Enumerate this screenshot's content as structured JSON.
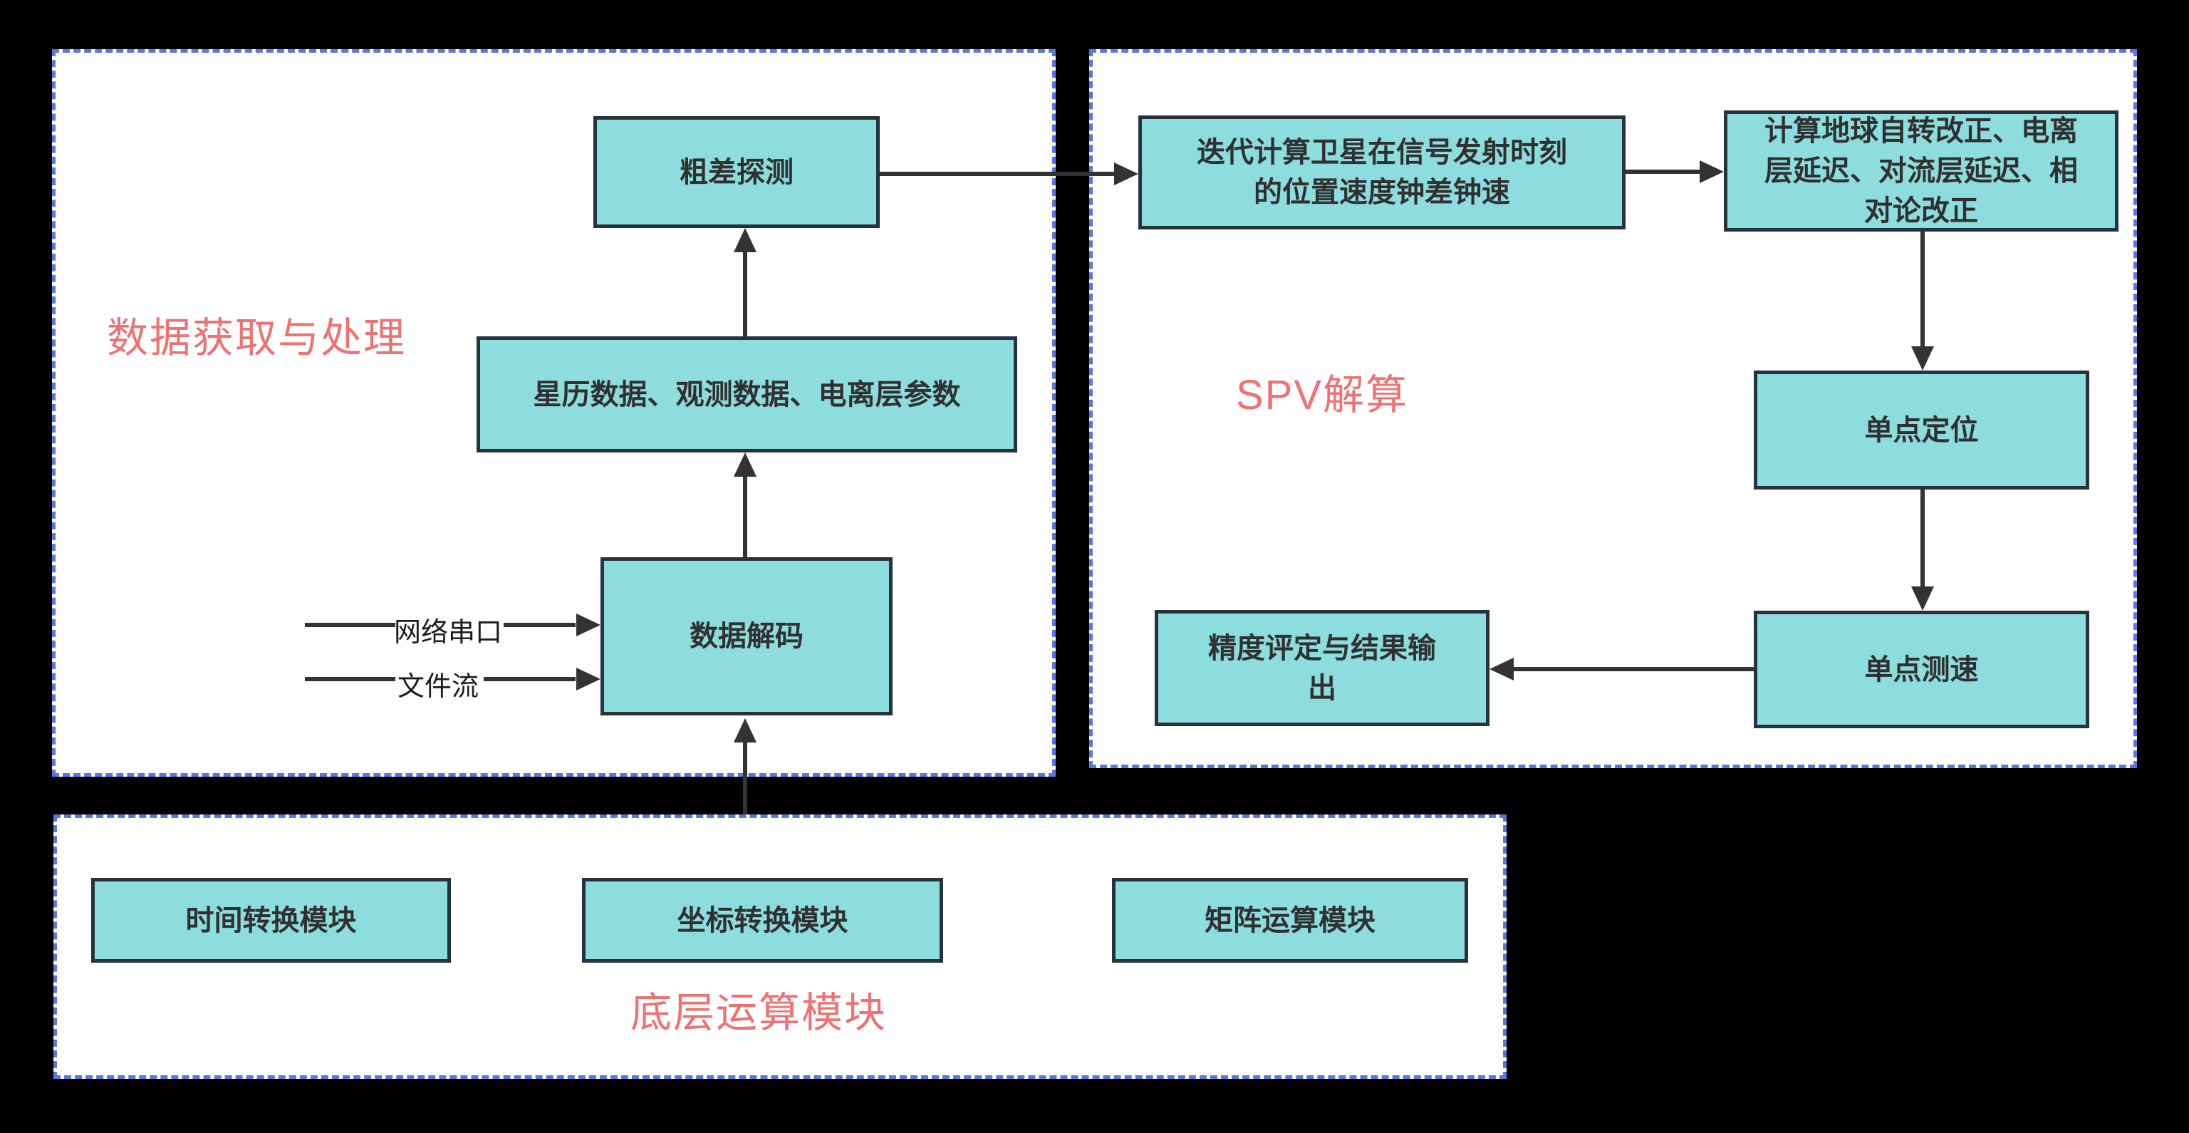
{
  "palette": {
    "background": "#000000",
    "panel_fill": "#ffffff",
    "panel_border": "#5b76e0",
    "node_fill": "#8eddde",
    "node_border": "#27323f",
    "node_text": "#303030",
    "arrow": "#333333",
    "title_red": "#ef7173"
  },
  "panels": {
    "data_acquisition": {
      "title": "数据获取与处理"
    },
    "spv_solution": {
      "title": "SPV解算"
    },
    "base_modules": {
      "title": "底层运算模块"
    }
  },
  "nodes": {
    "gross_error": "粗差探测",
    "ephemeris": "星历数据、观测数据、电离层参数",
    "decode": "数据解码",
    "iterate": "迭代计算卫星在信号发射时刻\n的位置速度钟差钟速",
    "corrections": "计算地球自转改正、电离\n层延迟、对流层延迟、相\n对论改正",
    "single_point_positioning": "单点定位",
    "single_point_velocity": "单点测速",
    "accuracy_output": "精度评定与结果输\n出",
    "time_module": "时间转换模块",
    "coord_module": "坐标转换模块",
    "matrix_module": "矩阵运算模块"
  },
  "inputs": {
    "network": "网络串口",
    "filestream": "文件流"
  }
}
